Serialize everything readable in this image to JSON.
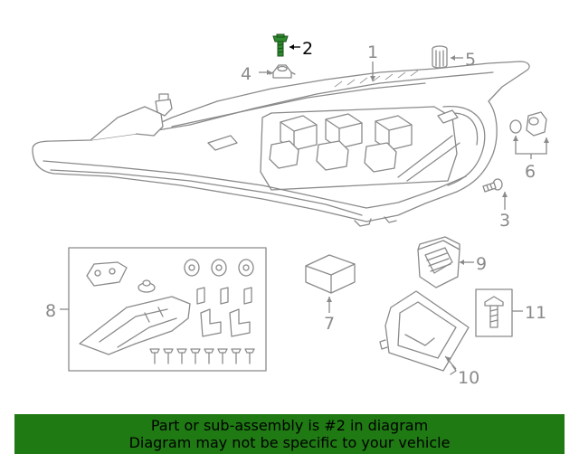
{
  "callouts": {
    "c1": "1",
    "c2": "2",
    "c3": "3",
    "c4": "4",
    "c5": "5",
    "c6": "6",
    "c7": "7",
    "c8": "8",
    "c9": "9",
    "c10": "10",
    "c11": "11"
  },
  "highlight": {
    "part": "2",
    "color": "#000000",
    "bolt_color": "#2e8b2e"
  },
  "banner": {
    "line1": "Part or sub-assembly is #2 in diagram",
    "line2": "Diagram may not be specific to your vehicle",
    "color": "#1f7a13"
  }
}
